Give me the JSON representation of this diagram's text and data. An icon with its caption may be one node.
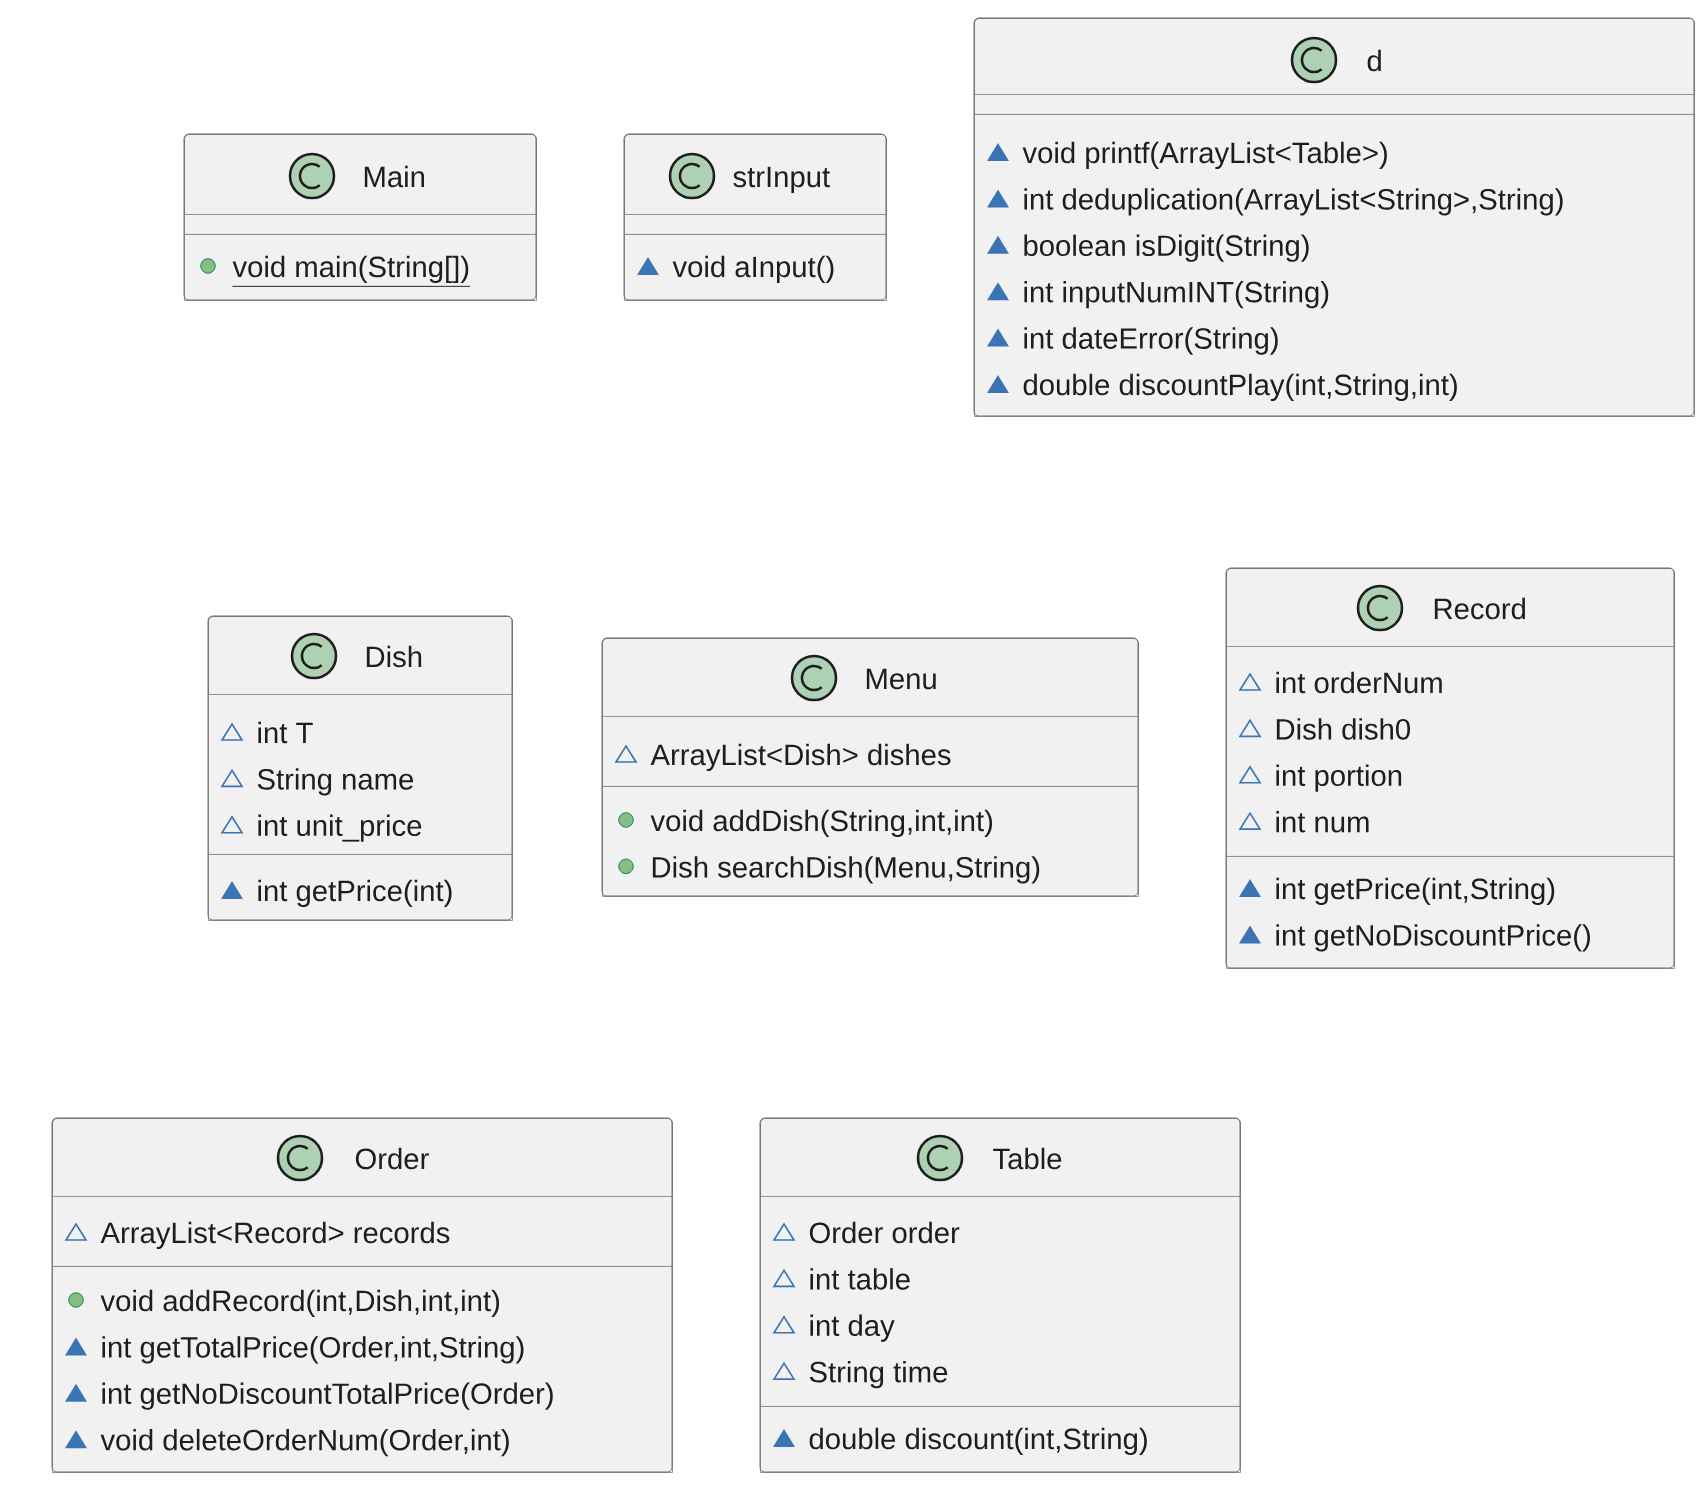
{
  "diagram": {
    "nodes": [
      {
        "text": [
          "Main"
        ]
      },
      {
        "text": [],
        "shape": "box",
        "in": 0
      },
      {
        "text": [
          "void main(String[])"
        ],
        "in": 0
      },
      {
        "text": [
          "strInput"
        ]
      },
      {
        "text": [],
        "shape": "box",
        "in": 3
      },
      {
        "text": [
          "void aInput()"
        ],
        "in": 3
      },
      {
        "text": [
          "d"
        ]
      },
      {
        "text": [],
        "shape": "box",
        "in": 6
      },
      {
        "text": [
          "void printf(ArrayList<Table>)",
          "int deduplication(ArrayList<String>,String)",
          "boolean isDigit(String)",
          "int inputNumINT(String)",
          "int dateError(String)",
          "double discountPlay(int,String,int)"
        ],
        "in": 6
      },
      {
        "text": [
          "Dish"
        ]
      },
      {
        "text": [
          "int T",
          "String name",
          "int unit_price"
        ],
        "in": 9
      },
      {
        "text": [
          "int getPrice(int)"
        ],
        "in": 9
      },
      {
        "text": [
          "Menu"
        ]
      },
      {
        "text": [
          "ArrayList<Dish> dishes"
        ],
        "in": 12
      },
      {
        "text": [
          "void addDish(String,int,int)",
          "Dish searchDish(Menu,String)"
        ],
        "in": 12
      },
      {
        "text": [
          "Record"
        ]
      },
      {
        "text": [
          "int orderNum",
          "Dish dish0",
          "int portion",
          "int num"
        ],
        "in": 15
      },
      {
        "text": [
          "int getPrice(int,String)",
          "int getNoDiscountPrice()"
        ],
        "in": 15
      },
      {
        "text": [
          "Order"
        ]
      },
      {
        "text": [
          "ArrayList<Record> records"
        ],
        "in": 18
      },
      {
        "text": [
          "void addRecord(int,Dish,int,int)",
          "int getTotalPrice(Order,int,String)",
          "int getNoDiscountTotalPrice(Order)",
          "void deleteOrderNum(Order,int)"
        ],
        "in": 18
      },
      {
        "text": [
          "Table"
        ]
      },
      {
        "text": [
          "Order order",
          "int table",
          "int day",
          "String time"
        ],
        "in": 21
      },
      {
        "text": [
          "double discount(int,String)"
        ],
        "in": 21
      }
    ],
    "edges": []
  }
}
